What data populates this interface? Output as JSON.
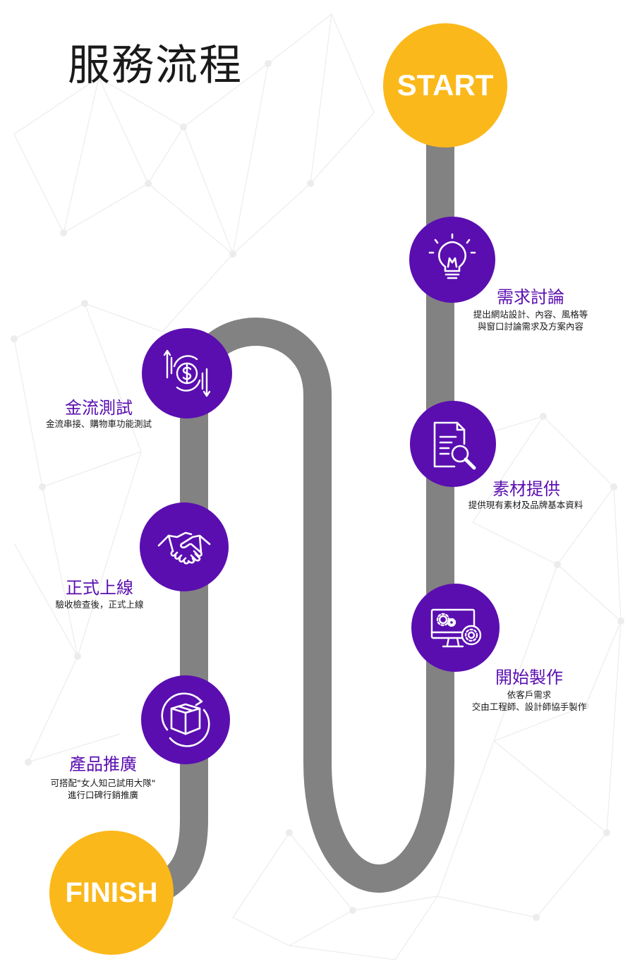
{
  "page_title": "服務流程",
  "start_label": "START",
  "finish_label": "FINISH",
  "colors": {
    "accent_purple": "#5a0eb0",
    "terminal_orange": "#fbb81a",
    "road_gray": "#828282"
  },
  "steps": [
    {
      "title": "需求討論",
      "lines": [
        "提出網站設計、內容、風格等",
        "與窗口討論需求及方案內容"
      ],
      "icon": "lightbulb-icon"
    },
    {
      "title": "素材提供",
      "lines": [
        "提供現有素材及品牌基本資料"
      ],
      "icon": "document-search-icon"
    },
    {
      "title": "開始製作",
      "lines": [
        "依客戶需求",
        "交由工程師、設計師協手製作"
      ],
      "icon": "monitor-gears-icon"
    },
    {
      "title": "金流測試",
      "lines": [
        "金流串接、購物車功能測試"
      ],
      "icon": "dollar-exchange-icon"
    },
    {
      "title": "正式上線",
      "lines": [
        "驗收檢查後，正式上線"
      ],
      "icon": "handshake-icon"
    },
    {
      "title": "產品推廣",
      "lines": [
        "可搭配\"女人知己試用大隊\"",
        "進行口碑行銷推廣"
      ],
      "icon": "box-refresh-icon"
    }
  ]
}
